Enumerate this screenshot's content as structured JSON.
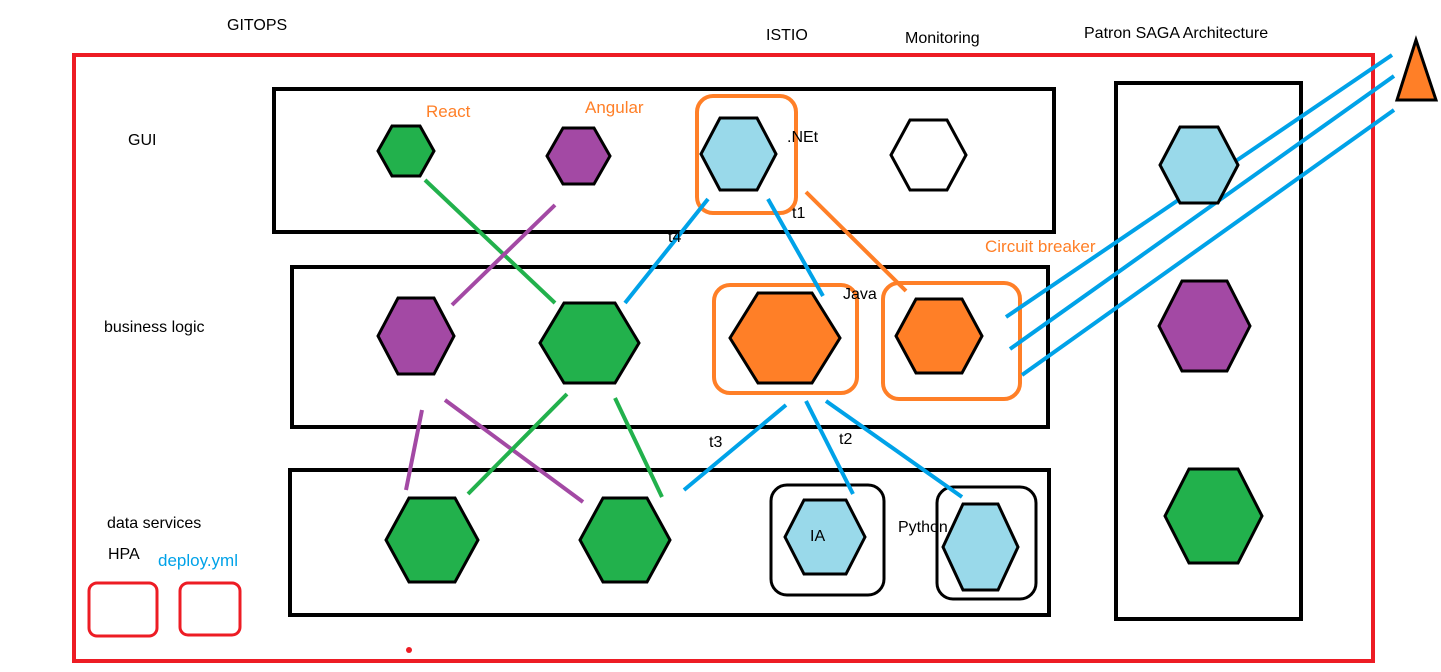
{
  "header": {
    "gitops": "GITOPS",
    "istio": "ISTIO",
    "monitoring": "Monitoring",
    "saga": "Patron SAGA Architecture"
  },
  "layers": {
    "gui": "GUI",
    "business": "business logic",
    "data": "data services"
  },
  "labels": {
    "react": "React",
    "angular": "Angular",
    "net": ".NEt",
    "java": "Java",
    "circuit": "Circuit breaker",
    "python": "Python",
    "ia": "IA",
    "hpa": "HPA",
    "deploy": "deploy.yml",
    "t1": "t1",
    "t2": "t2",
    "t3": "t3",
    "t4": "t4"
  },
  "colors": {
    "frame": "#ed1c24",
    "green": "#22b14c",
    "purple": "#a349a4",
    "lightblue": "#99d9ea",
    "orange": "#ff7f27",
    "blue": "#00a2e8",
    "black": "#000000",
    "white": "#ffffff"
  }
}
